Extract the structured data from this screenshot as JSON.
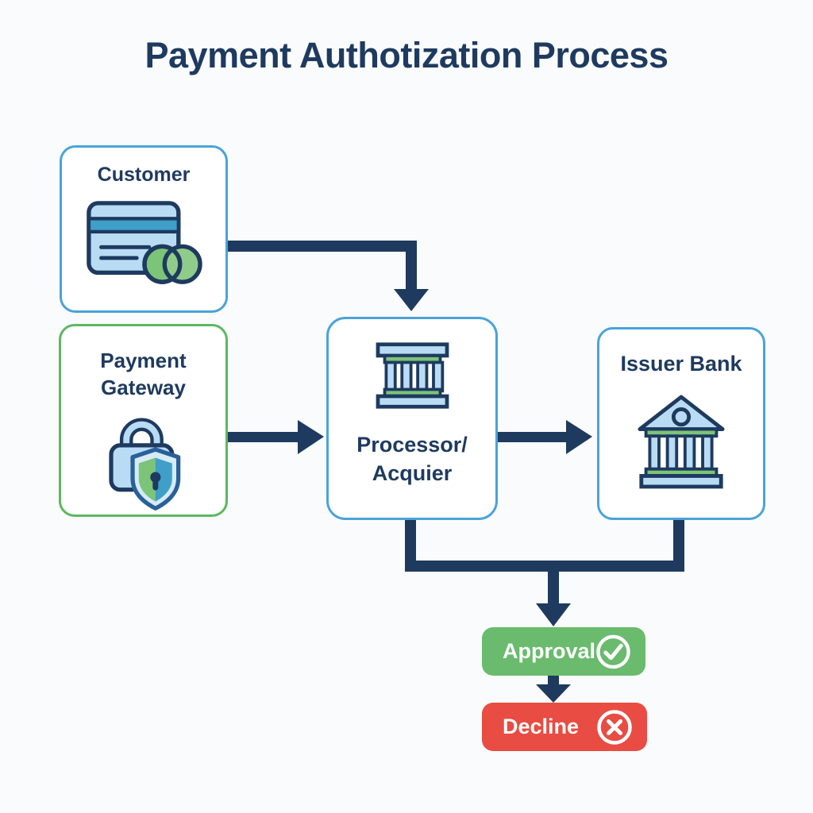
{
  "title": "Payment Authotization Process",
  "colors": {
    "navy": "#1e3a5f",
    "blue_border": "#4aa3d9",
    "green_border": "#5db760",
    "approval_green": "#6abb6d",
    "decline_red": "#e84c42",
    "icon_light_blue": "#b9dcf4",
    "icon_pale_blue": "#d6eaf7",
    "icon_teal": "#3f9fc8",
    "icon_green": "#7cc478",
    "icon_green_light": "#8fcc8a",
    "icon_outline_blue": "#2a6099",
    "page_bg": "#fafbfc",
    "box_bg": "#ffffff",
    "white": "#ffffff"
  },
  "nodes": {
    "customer": {
      "label": "Customer",
      "icon": "credit-card-icon"
    },
    "payment_gateway": {
      "label": "Payment\nGateway",
      "icon": "lock-shield-icon"
    },
    "processor": {
      "label": "Processor/\nAcquier",
      "icon": "bank-columns-icon"
    },
    "issuer_bank": {
      "label": "Issuer Bank",
      "icon": "bank-building-icon"
    }
  },
  "outcomes": {
    "approval": {
      "label": "Approval",
      "icon": "check-circle-icon",
      "color": "#6abb6d"
    },
    "decline": {
      "label": "Decline",
      "icon": "x-circle-icon",
      "color": "#e84c42"
    }
  }
}
